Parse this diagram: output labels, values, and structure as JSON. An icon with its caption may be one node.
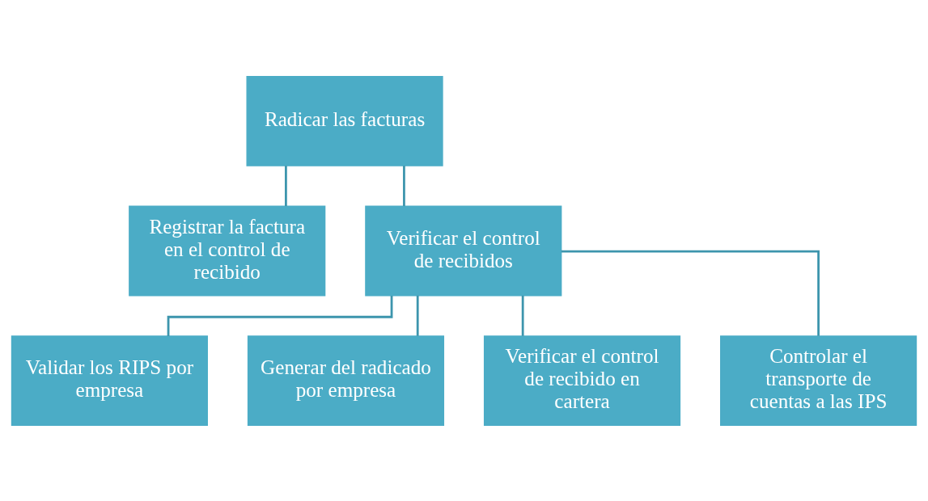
{
  "diagram": {
    "nodes": [
      {
        "text": [
          "Radicar las facturas"
        ]
      },
      {
        "text": [
          "Registrar la factura en el control de recibido"
        ]
      },
      {
        "text": [
          "Verificar el control de recibidos"
        ]
      },
      {
        "text": [
          "Validar los RIPS por empresa"
        ]
      },
      {
        "text": [
          "Generar del radicado por empresa"
        ]
      },
      {
        "text": [
          "Verificar el control de recibido en cartera"
        ]
      },
      {
        "text": [
          "Controlar el transporte de cuentas a las IPS"
        ]
      }
    ],
    "edges": [
      {
        "from": 0,
        "to": 1,
        "arrow": "none"
      },
      {
        "from": 0,
        "to": 2,
        "arrow": "none"
      },
      {
        "from": 2,
        "to": 3,
        "arrow": "none"
      },
      {
        "from": 2,
        "to": 4,
        "arrow": "none"
      },
      {
        "from": 2,
        "to": 5,
        "arrow": "none"
      },
      {
        "from": 2,
        "to": 6,
        "arrow": "none"
      }
    ]
  }
}
